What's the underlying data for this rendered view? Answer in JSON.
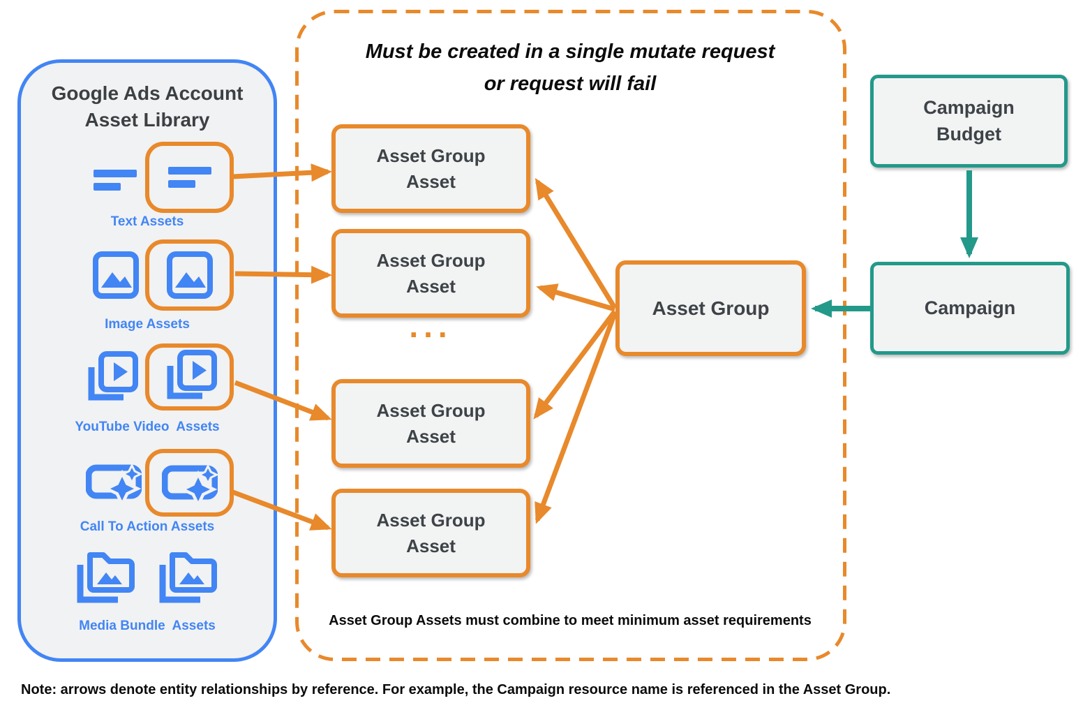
{
  "colors": {
    "orange": "#E8892B",
    "blue": "#4285F4",
    "teal": "#23998A",
    "dark_text": "#3E4347",
    "black_text": "#0B0B0C",
    "panel_fill": "#F1F2F3",
    "box_fill": "#F2F3F3"
  },
  "library": {
    "title": "Google Ads Account\nAsset Library",
    "items": [
      {
        "label": "Text Assets",
        "icon": "text-asset-icon"
      },
      {
        "label": "Image Assets",
        "icon": "image-asset-icon"
      },
      {
        "label": "YouTube Video  Assets",
        "icon": "youtube-video-asset-icon"
      },
      {
        "label": "Call To Action Assets",
        "icon": "call-to-action-asset-icon"
      },
      {
        "label": "Media Bundle  Assets",
        "icon": "media-bundle-asset-icon"
      }
    ]
  },
  "mutate_panel": {
    "title": "Must be created in a single mutate request\nor request will fail",
    "asset_group_asset_boxes": [
      "Asset Group\nAsset",
      "Asset Group\nAsset",
      "Asset Group\nAsset",
      "Asset Group\nAsset"
    ],
    "ellipsis": "...",
    "caption": "Asset Group Assets must combine to meet minimum asset requirements"
  },
  "asset_group": {
    "label": "Asset Group"
  },
  "campaign_budget": {
    "label": "Campaign\nBudget"
  },
  "campaign": {
    "label": "Campaign"
  },
  "note": "Note: arrows denote entity relationships by reference. For example, the Campaign resource name is referenced in the Asset Group."
}
